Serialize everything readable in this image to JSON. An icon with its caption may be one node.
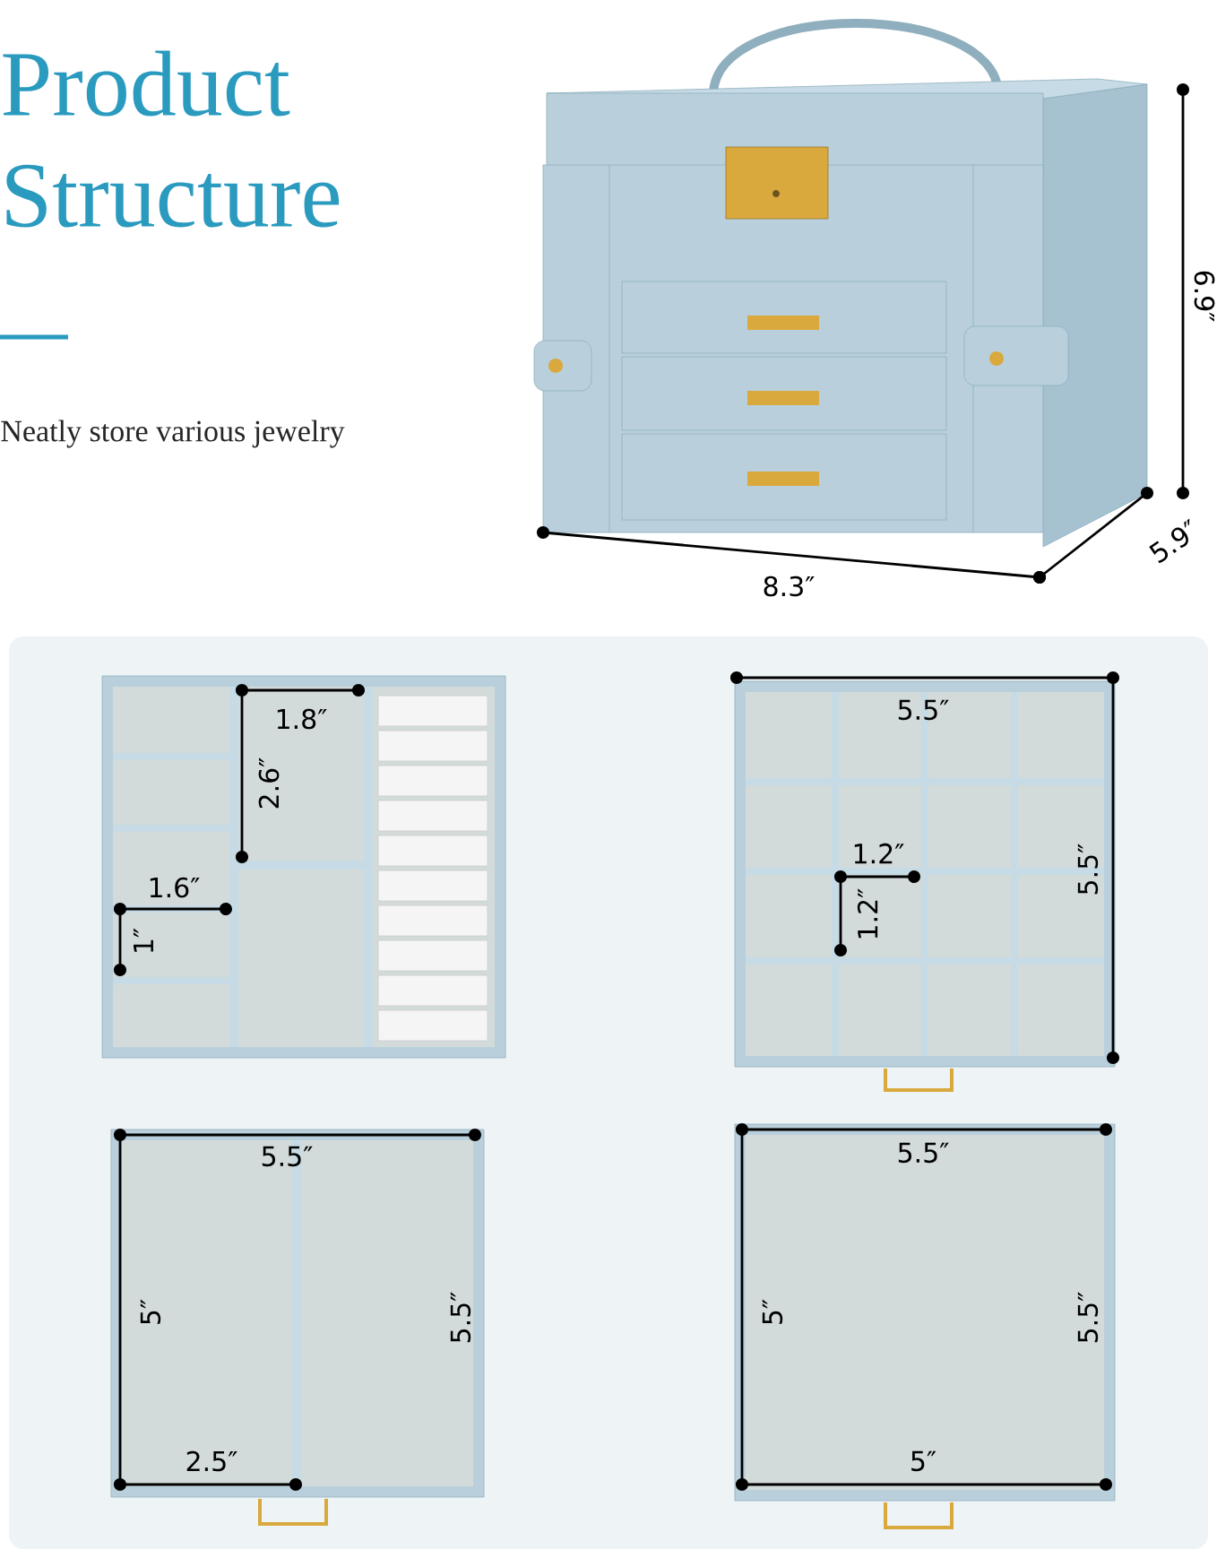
{
  "diagram": {
    "title": "Product Structure",
    "labels": [
      "Neatly store various jewelry",
      "6.9″",
      "8.3″",
      "5.9″",
      "1.8″",
      "2.6″",
      "1.6″",
      "1″",
      "5.5″",
      "1.2″",
      "1.2″",
      "5.5″",
      "5.5″",
      "5″",
      "5.5″",
      "2.5″",
      "5.5″",
      "5″",
      "5.5″",
      "5″"
    ]
  }
}
